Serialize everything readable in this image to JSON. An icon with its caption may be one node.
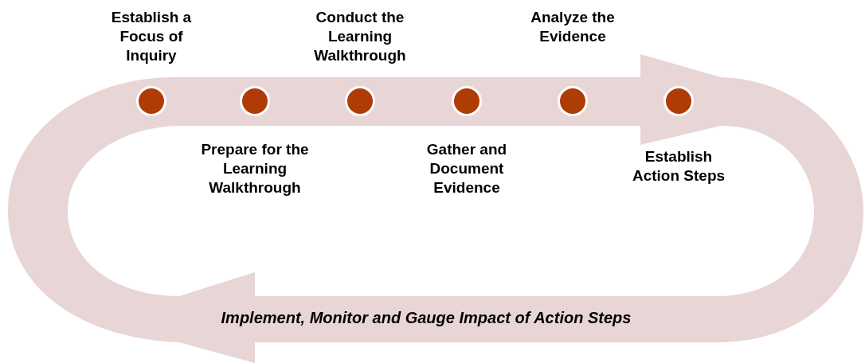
{
  "diagram": {
    "nodes": [
      {
        "text": [],
        "shape": "circle",
        "beside": [
          "Establish a Focus of Inquiry"
        ]
      },
      {
        "text": [],
        "shape": "circle",
        "beside": [
          "Prepare for the Learning Walkthrough"
        ]
      },
      {
        "text": [],
        "shape": "circle",
        "beside": [
          "Conduct the Learning Walkthrough"
        ]
      },
      {
        "text": [],
        "shape": "circle",
        "beside": [
          "Gather and Document Evidence"
        ]
      },
      {
        "text": [],
        "shape": "circle",
        "beside": [
          "Analyze the Evidence"
        ]
      },
      {
        "text": [],
        "shape": "circle",
        "beside": [
          "Establish Action Steps"
        ]
      }
    ],
    "labels": [
      "Implement, Monitor and Gauge Impact of Action Steps"
    ]
  }
}
